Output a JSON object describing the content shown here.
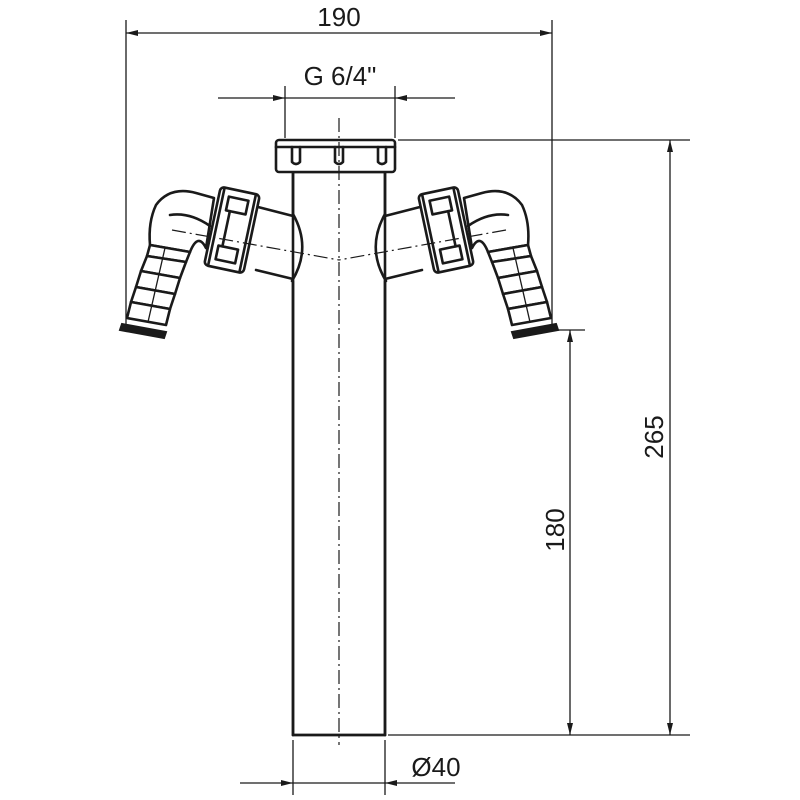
{
  "dimensions": {
    "overall_width": "190",
    "thread": "G 6/4\"",
    "overall_height": "265",
    "branch_height": "180",
    "pipe_diameter": "Ø40"
  },
  "colors": {
    "line": "#1a1a1a",
    "background": "#ffffff"
  }
}
